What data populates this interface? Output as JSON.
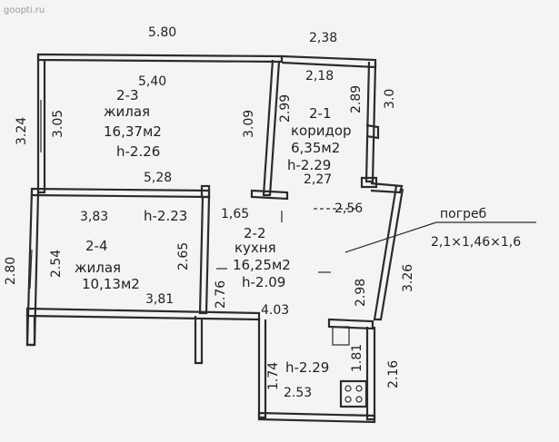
{
  "watermark": "goopti.ru",
  "rooms": [
    {
      "number": "2-3",
      "type": "жилая",
      "area": "16,37м2",
      "height": "h-2.26"
    },
    {
      "number": "2-1",
      "type": "коридор",
      "area": "6,35м2",
      "height": "h-2.29"
    },
    {
      "number": "2-4",
      "type": "жилая",
      "area": "10,13м2",
      "height": "h-2.23"
    },
    {
      "number": "2-2",
      "type": "кухня",
      "area": "16,25м2",
      "height": "h-2.09"
    },
    {
      "height": "h-2.29"
    }
  ],
  "dimensions": {
    "top_total": "5.80",
    "top_right": "2,38",
    "r23_top": "5,40",
    "r23_left": "3.05",
    "r23_right": "3.09",
    "r23_bottom": "5,28",
    "outer_left_top": "3.24",
    "outer_left_bottom": "2.80",
    "r21_top": "2,18",
    "r21_left": "2.99",
    "r21_right": "2.89",
    "r21_outer": "3.0",
    "r21_bottom": "2,27",
    "r24_top": "3,83",
    "r24_left": "2.54",
    "r24_right": "2.65",
    "r24_bottom": "3,81",
    "door_gap": "1,65",
    "r22_top": "2,56",
    "r22_left": "2.76",
    "r22_right_inner": "2.98",
    "r22_right_outer": "3.26",
    "r22_bottom": "4.03",
    "nook_width": "2.53",
    "nook_left": "1.74",
    "nook_right_inner": "1.81",
    "nook_right_outer": "2.16"
  },
  "cellar": {
    "label": "погреб",
    "size": "2,1×1,46×1,6"
  }
}
